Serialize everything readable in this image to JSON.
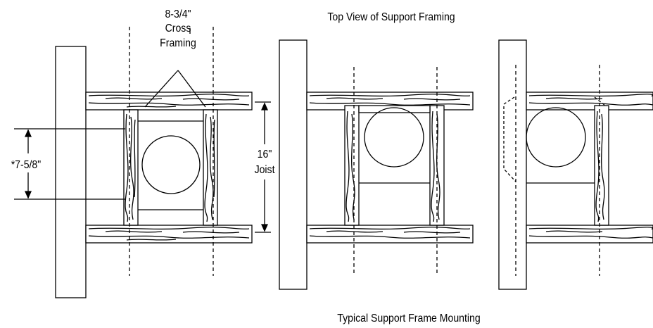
{
  "captions": {
    "top": "Top View of Support Framing",
    "bottom": "Typical Support Frame Mounting"
  },
  "labels": {
    "cross_size": "8-3/4\"",
    "cross_line1": "Cross",
    "cross_line2": "Framing",
    "joist_size": "16\"",
    "joist_word": "Joist",
    "opening_size": "*7-5/8\""
  }
}
